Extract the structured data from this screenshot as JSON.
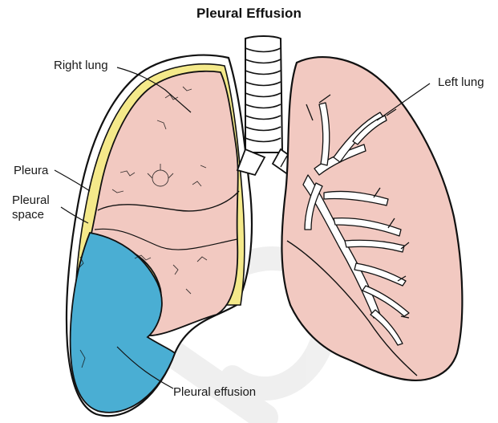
{
  "title": "Pleural Effusion",
  "labels": {
    "right_lung": "Right lung",
    "left_lung": "Left lung",
    "pleura": "Pleura",
    "pleural_space": "Pleural\nspace",
    "pleural_effusion": "Pleural effusion"
  },
  "colors": {
    "lung_tissue": "#f2c9c1",
    "pleural_space": "#f4e98a",
    "effusion_fluid": "#4aaed3",
    "outline": "#111111",
    "trachea": "#ffffff",
    "watermark": "#e8e8e8"
  },
  "icons": {
    "watermark": "diagonal-watermark-stroke"
  }
}
